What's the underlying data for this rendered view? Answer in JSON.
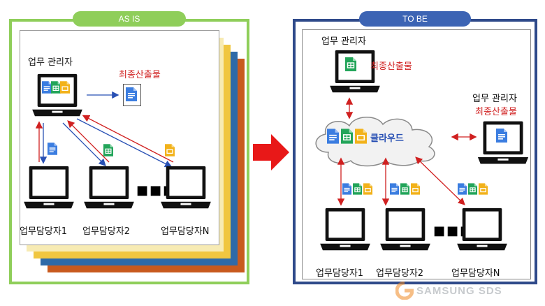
{
  "asis": {
    "title": "AS IS",
    "manager_label": "업무 관리자",
    "final_output_label": "최종산출물",
    "worker1": "업무담당자1",
    "worker2": "업무담당자2",
    "workerN": "업무담당자N",
    "stack_colors": [
      "#c85a1e",
      "#2e6aa8",
      "#f0c640",
      "#f7ebb4"
    ]
  },
  "tobe": {
    "title": "TO BE",
    "manager_label": "업무 관리자",
    "manager_output": "최종산출물",
    "cloud_label": "클라우드",
    "manager2_label": "업무 관리자",
    "manager2_output": "최종산출물",
    "worker1": "업무담당자1",
    "worker2": "업무담당자2",
    "workerN": "업무담당자N"
  },
  "watermark": "SAMSUNG SDS",
  "colors": {
    "asis_border": "#8fce5a",
    "tobe_border": "#2f4a8a",
    "arrow_red": "#d02020",
    "arrow_blue": "#2850b4",
    "doc_blue": "#3b7de0",
    "sheet_green": "#23a55a",
    "slide_yellow": "#f2b21b"
  },
  "icons": [
    "laptop-icon",
    "docs-icon",
    "sheets-icon",
    "slides-icon",
    "cloud-icon",
    "big-red-arrow-icon"
  ]
}
